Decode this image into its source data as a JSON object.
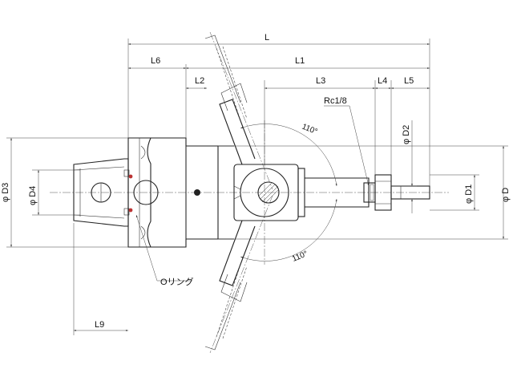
{
  "dimensions": {
    "L": "L",
    "L1": "L1",
    "L2": "L2",
    "L3": "L3",
    "L4": "L4",
    "L5": "L5",
    "L6": "L6",
    "L9": "L9",
    "D": "φ D",
    "D1": "φ D1",
    "D2": "φ D2",
    "D3": "φ D3",
    "D4": "φ D4"
  },
  "annotations": {
    "thread": "Rc1/8",
    "angle_top": "110°",
    "angle_bottom": "110°",
    "oring": "Oリング"
  }
}
